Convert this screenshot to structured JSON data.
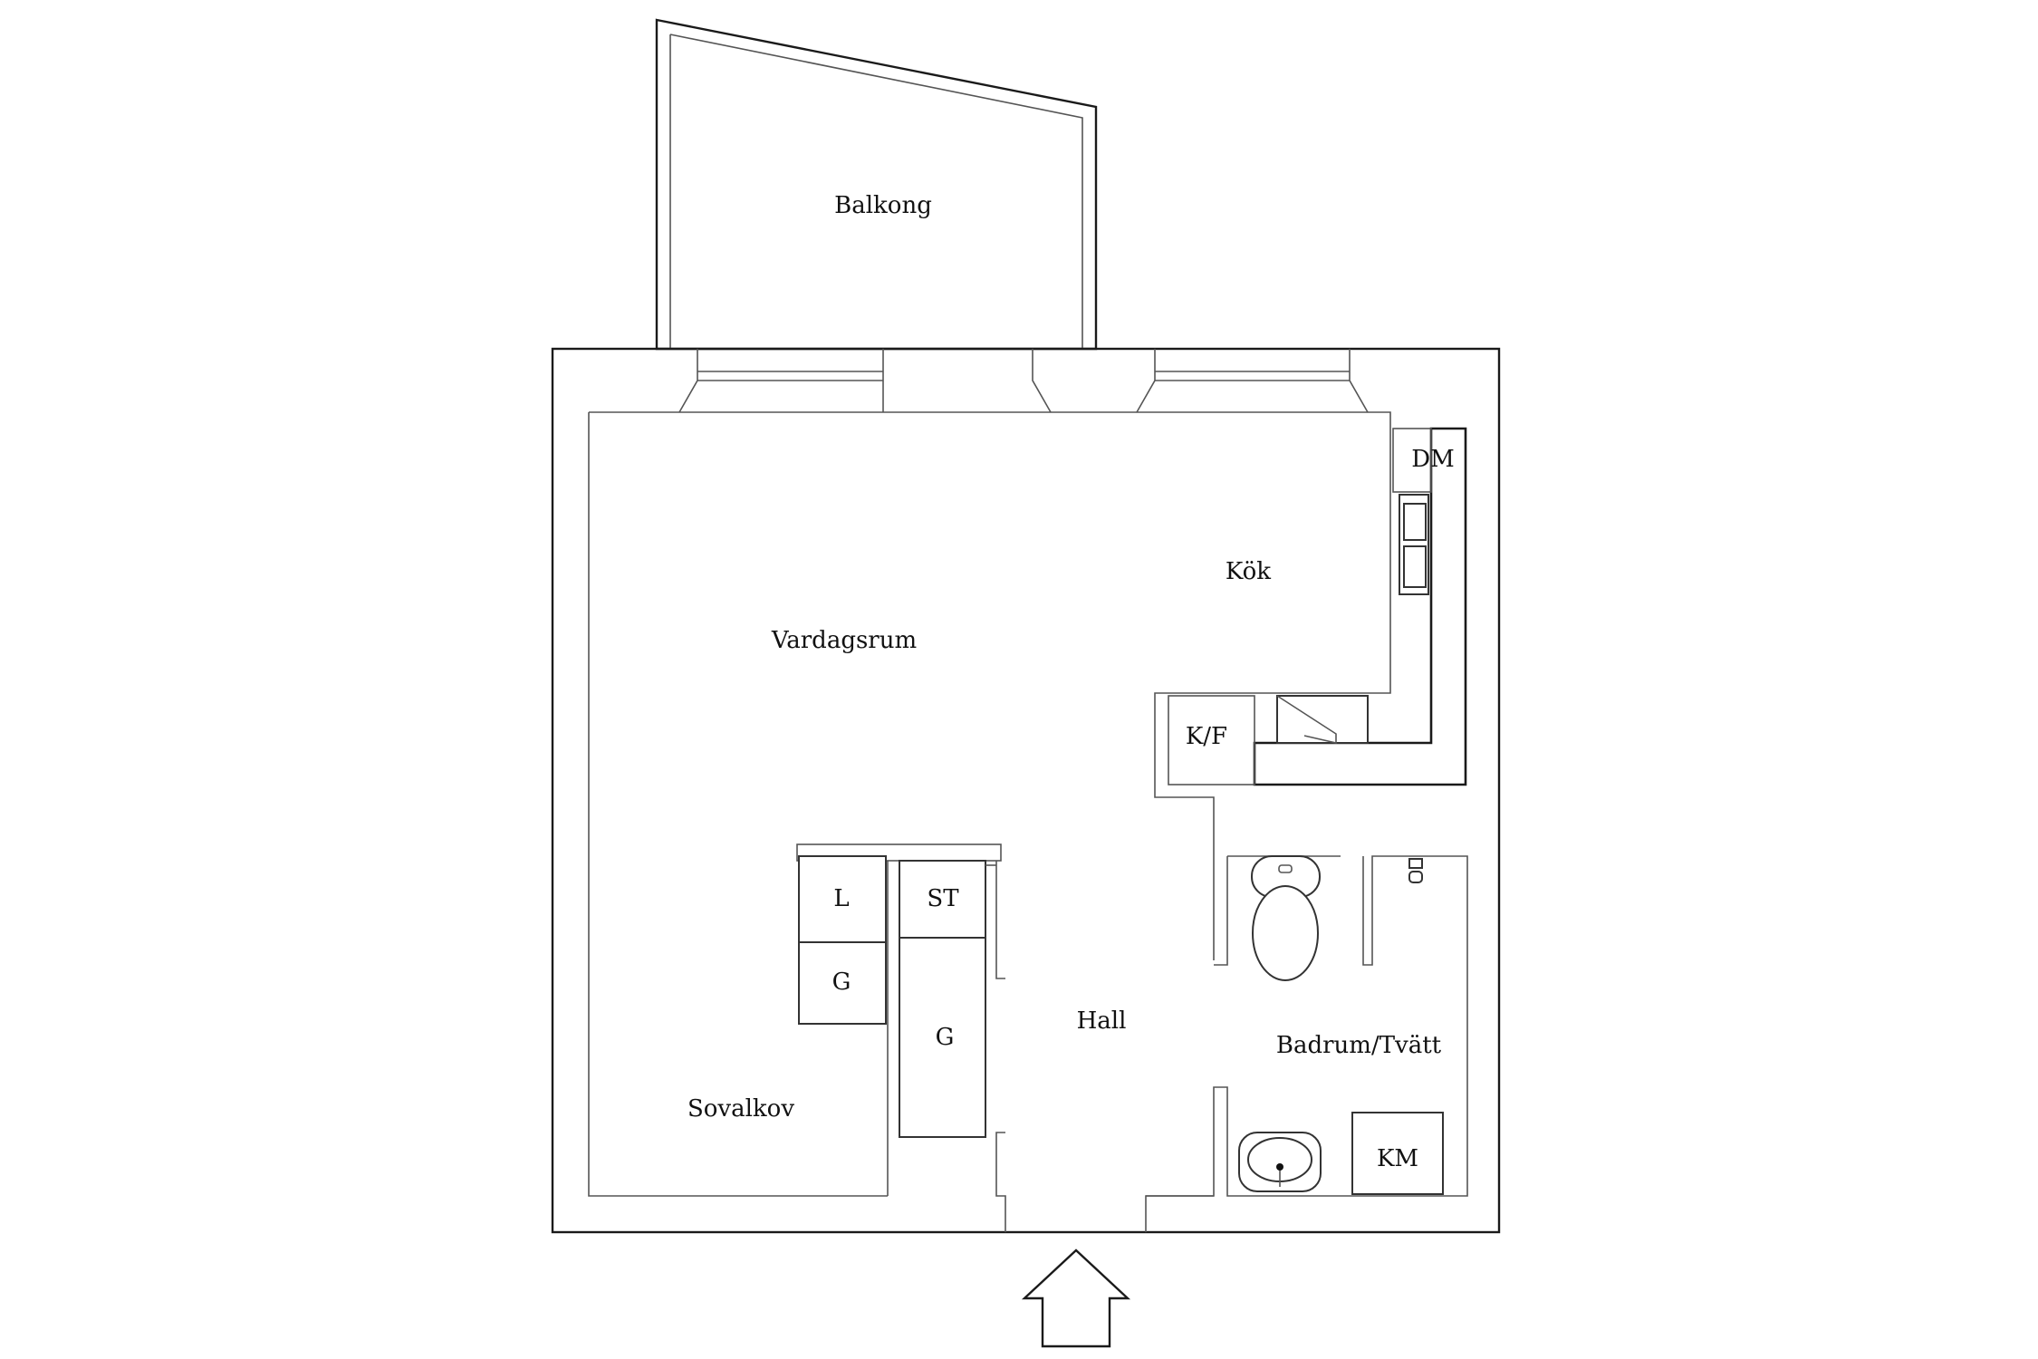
{
  "rooms": {
    "balcony": "Balkong",
    "living": "Vardagsrum",
    "kitchen": "Kök",
    "hall": "Hall",
    "bedroom_alcove": "Sovalkov",
    "bathroom": "Badrum/Tvätt"
  },
  "fixtures": {
    "dishwasher": "DM",
    "fridge_freezer": "K/F",
    "linen": "L",
    "wardrobe_1": "G",
    "wardrobe_2": "G",
    "storage": "ST",
    "washing_machine": "KM"
  },
  "icons": {
    "entrance": "entrance-arrow-icon"
  }
}
